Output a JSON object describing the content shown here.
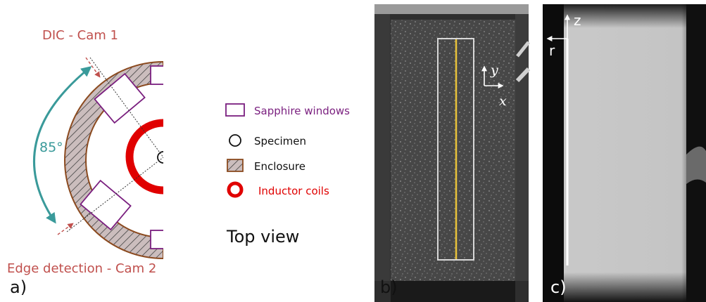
{
  "panel_a": {
    "cam1_label": "DIC - Cam 1",
    "cam2_label": "Edge detection - Cam 2",
    "angle_label": "85°",
    "panel_label": "a)",
    "legend": {
      "sapphire": "Sapphire windows",
      "specimen": "Specimen",
      "enclosure": "Enclosure",
      "inductor": "Inductor coils"
    },
    "view_label": "Top view"
  },
  "panel_b": {
    "panel_label": "b)",
    "axis_y": "y",
    "axis_x": "x"
  },
  "panel_c": {
    "panel_label": "c)",
    "axis_z": "z",
    "axis_r": "r"
  },
  "colors": {
    "camera_label": "#c0504d",
    "angle": "#3a9a9a",
    "window_border": "#7a1f7f",
    "sapphire_text": "#7a1f7f",
    "enclosure": "#8b4a1f",
    "inductor": "#e00000",
    "yellow_line": "#e8c23a"
  }
}
